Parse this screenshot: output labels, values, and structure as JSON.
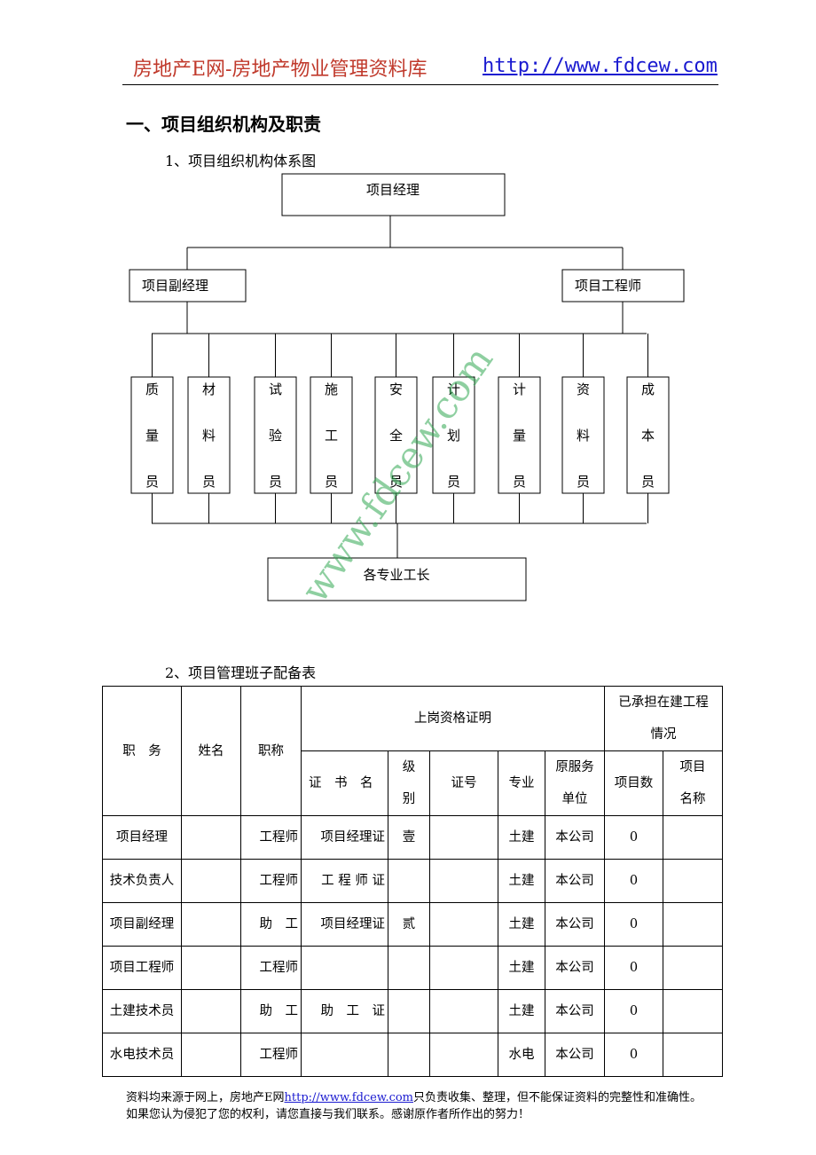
{
  "header": {
    "title": "房地产E网-房地产物业管理资料库",
    "url": "http://www.fdcew.com"
  },
  "section": {
    "title": "一、项目组织机构及职责",
    "subtitle_1": "1、项目组织机构体系图",
    "subtitle_2": "2、项目管理班子配备表"
  },
  "org_chart": {
    "top": "项目经理",
    "deputy": "项目副经理",
    "engineer": "项目工程师",
    "staff": [
      [
        "质",
        "量",
        "员"
      ],
      [
        "材",
        "料",
        "员"
      ],
      [
        "试",
        "验",
        "员"
      ],
      [
        "施",
        "工",
        "员"
      ],
      [
        "安",
        "全",
        "员"
      ],
      [
        "计",
        "划",
        "员"
      ],
      [
        "计",
        "量",
        "员"
      ],
      [
        "资",
        "料",
        "员"
      ],
      [
        "成",
        "本",
        "员"
      ]
    ],
    "bottom": "各专业工长"
  },
  "watermark": "www.fdcew.com",
  "table": {
    "headers": {
      "position": "职　务",
      "name": "姓名",
      "title": "职称",
      "cert_group": "上岗资格证明",
      "projects_group_line1": "已承担在建工程",
      "projects_group_line2": "情况",
      "cert_name": "证　书　名",
      "level_line1": "级",
      "level_line2": "别",
      "cert_no": "证号",
      "specialty": "专业",
      "unit_line1": "原服务",
      "unit_line2": "单位",
      "project_count": "项目数",
      "project_name_line1": "项目",
      "project_name_line2": "名称"
    },
    "rows": [
      {
        "position": "项目经理",
        "name": "",
        "title": "工程师",
        "cert_name": "项目经理证",
        "level": "壹",
        "cert_no": "",
        "specialty": "土建",
        "unit": "本公司",
        "project_count": "0",
        "project_name": ""
      },
      {
        "position": "技术负责人",
        "name": "",
        "title": "工程师",
        "cert_name": "工 程 师 证",
        "level": "",
        "cert_no": "",
        "specialty": "土建",
        "unit": "本公司",
        "project_count": "0",
        "project_name": ""
      },
      {
        "position": "项目副经理",
        "name": "",
        "title": "助　工",
        "cert_name": "项目经理证",
        "level": "贰",
        "cert_no": "",
        "specialty": "土建",
        "unit": "本公司",
        "project_count": "0",
        "project_name": ""
      },
      {
        "position": "项目工程师",
        "name": "",
        "title": "工程师",
        "cert_name": "",
        "level": "",
        "cert_no": "",
        "specialty": "土建",
        "unit": "本公司",
        "project_count": "0",
        "project_name": ""
      },
      {
        "position": "土建技术员",
        "name": "",
        "title": "助　工",
        "cert_name": "助　工　证",
        "level": "",
        "cert_no": "",
        "specialty": "土建",
        "unit": "本公司",
        "project_count": "0",
        "project_name": ""
      },
      {
        "position": "水电技术员",
        "name": "",
        "title": "工程师",
        "cert_name": "",
        "level": "",
        "cert_no": "",
        "specialty": "水电",
        "unit": "本公司",
        "project_count": "0",
        "project_name": ""
      }
    ]
  },
  "footer": {
    "line1_pre": "资料均来源于网上，房地产E网",
    "line1_link": "http://www.fdcew.com",
    "line1_post": "只负责收集、整理，但不能保证资料的完整性和准确性。",
    "line2": "如果您认为侵犯了您的权利，请您直接与我们联系。感谢原作者所作出的努力！"
  }
}
